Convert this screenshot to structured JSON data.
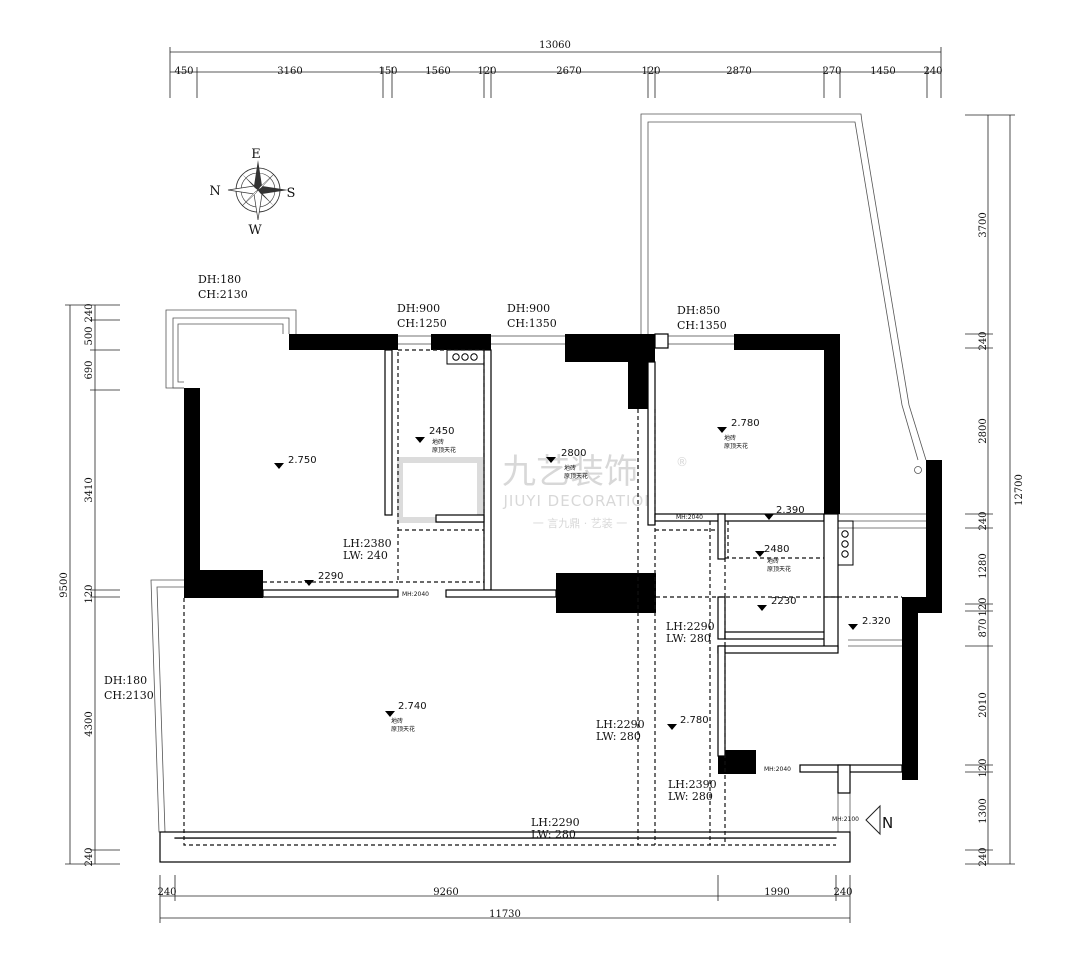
{
  "dims_top": {
    "total": "13060",
    "segments": [
      "450",
      "3160",
      "150",
      "1560",
      "120",
      "2670",
      "120",
      "2870",
      "270",
      "1450",
      "240"
    ]
  },
  "dims_bottom": {
    "total": "11730",
    "segments": [
      "240",
      "9260",
      "1990",
      "240"
    ]
  },
  "dims_left": {
    "total": "9500",
    "segments": [
      "240",
      "500",
      "690",
      "3410",
      "120",
      "4300",
      "240"
    ]
  },
  "dims_right": {
    "total": "12700",
    "segments": [
      "3700",
      "240",
      "2800",
      "240",
      "1280",
      "120",
      "870",
      "2010",
      "120",
      "1300",
      "240"
    ]
  },
  "compass": {
    "n": "N",
    "e": "E",
    "s": "S",
    "w": "W"
  },
  "openings": [
    {
      "dh": "DH:180",
      "ch": "CH:2130"
    },
    {
      "dh": "DH:900",
      "ch": "CH:1250"
    },
    {
      "dh": "DH:900",
      "ch": "CH:1350"
    },
    {
      "dh": "DH:850",
      "ch": "CH:1350"
    },
    {
      "dh": "DH:180",
      "ch": "CH:2130"
    }
  ],
  "levels": [
    "2.750",
    "2450",
    "2800",
    "2.780",
    "2.390",
    "2480",
    "2290",
    "2230",
    "2.320",
    "2.740",
    "2.780"
  ],
  "room_notes": {
    "floor": "地砖",
    "ceiling": "原顶天花"
  },
  "beams": [
    {
      "lh": "LH:2380",
      "lw": "LW: 240"
    },
    {
      "lh": "LH:2290",
      "lw": "LW: 280"
    },
    {
      "lh": "LH:2290",
      "lw": "LW: 280"
    },
    {
      "lh": "LH:2390",
      "lw": "LW: 280"
    },
    {
      "lh": "LH:2290",
      "lw": "LW: 280"
    }
  ],
  "door_marks": [
    "MH:2040",
    "MH:2040",
    "MH:2040",
    "MH:2100"
  ],
  "watermark": {
    "cn": "九艺装饰",
    "en": "JIUYI DECORATION",
    "sub": "一 言九鼎 · 艺装 一",
    "reg": "®"
  },
  "north_mark": "N"
}
